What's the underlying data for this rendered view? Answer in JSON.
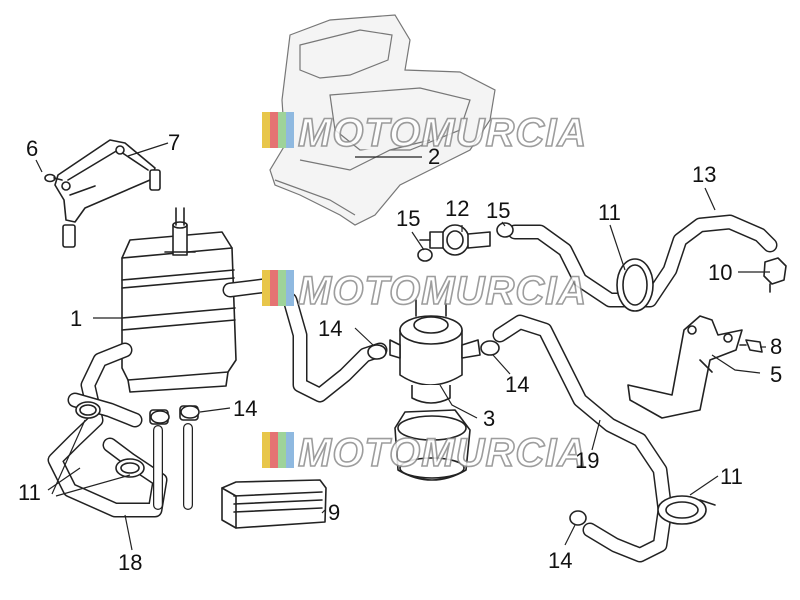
{
  "watermark": {
    "text": "MOTOMURCIA",
    "stripe_colors": [
      "#e8c64a",
      "#e57373",
      "#9ed39a",
      "#8fb9e0"
    ]
  },
  "callouts": [
    {
      "id": "c1",
      "text": "1"
    },
    {
      "id": "c2",
      "text": "2"
    },
    {
      "id": "c3",
      "text": "3"
    },
    {
      "id": "c5",
      "text": "5"
    },
    {
      "id": "c6",
      "text": "6"
    },
    {
      "id": "c7",
      "text": "7"
    },
    {
      "id": "c8",
      "text": "8"
    },
    {
      "id": "c9",
      "text": "9"
    },
    {
      "id": "c10",
      "text": "10"
    },
    {
      "id": "c11a",
      "text": "11"
    },
    {
      "id": "c11b",
      "text": "11"
    },
    {
      "id": "c11c",
      "text": "11"
    },
    {
      "id": "c12",
      "text": "12"
    },
    {
      "id": "c13",
      "text": "13"
    },
    {
      "id": "c14a",
      "text": "14"
    },
    {
      "id": "c14b",
      "text": "14"
    },
    {
      "id": "c14c",
      "text": "14"
    },
    {
      "id": "c14d",
      "text": "14"
    },
    {
      "id": "c15a",
      "text": "15"
    },
    {
      "id": "c15b",
      "text": "15"
    },
    {
      "id": "c18",
      "text": "18"
    },
    {
      "id": "c19",
      "text": "19"
    }
  ]
}
